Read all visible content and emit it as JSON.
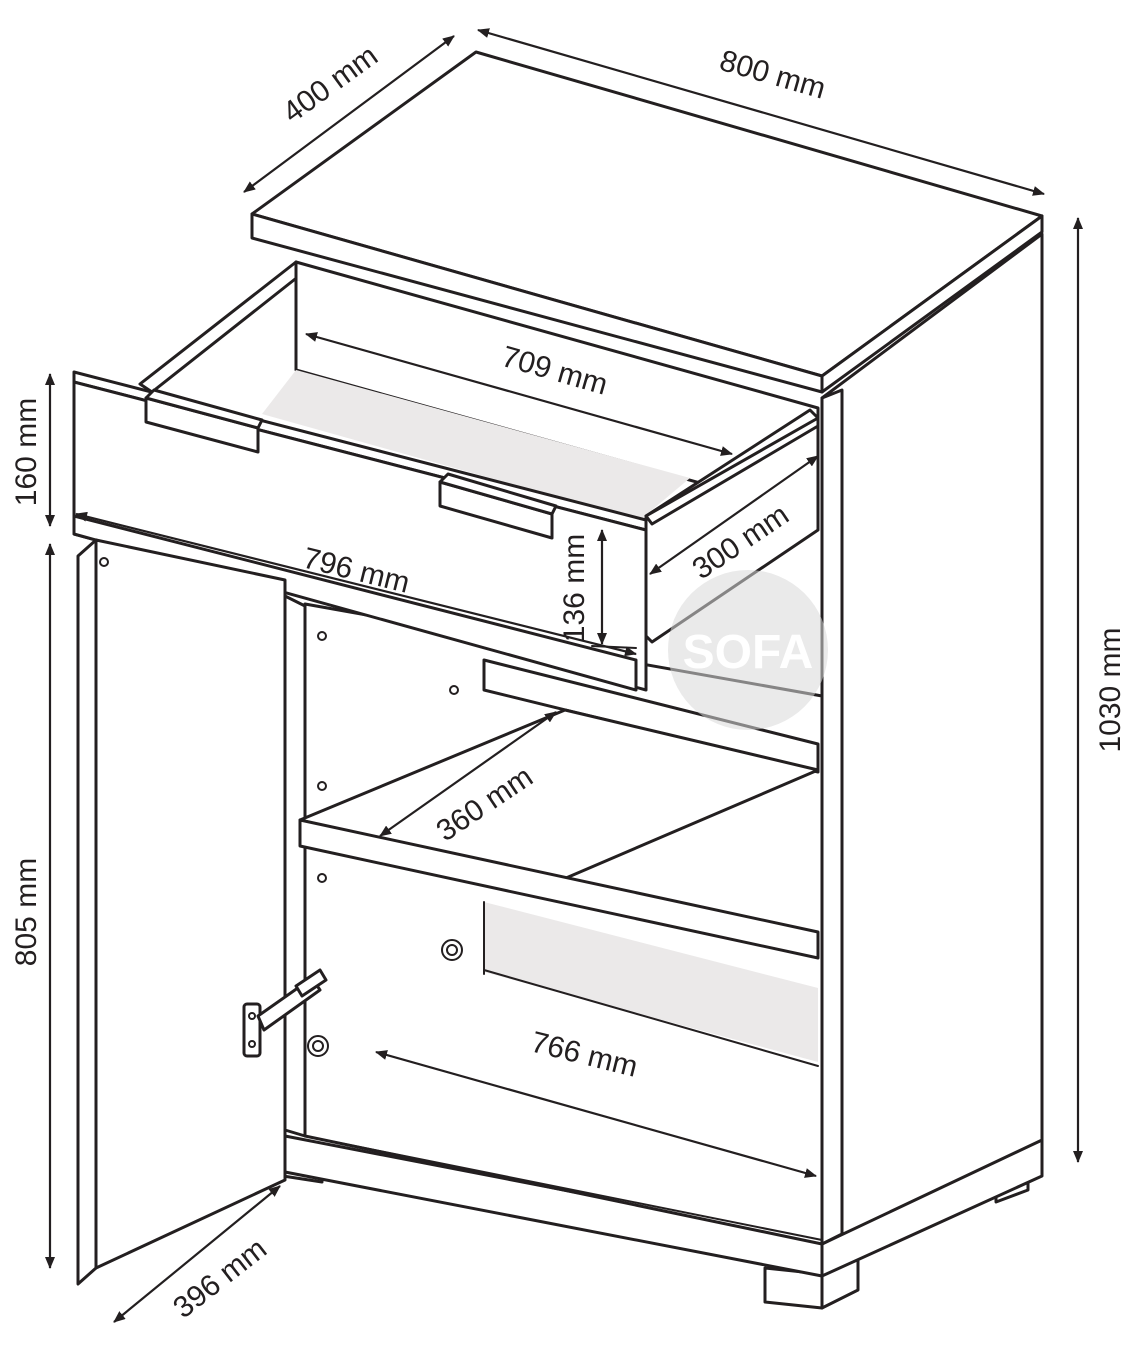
{
  "dimensions": {
    "depth_top": "400 mm",
    "width_top": "800 mm",
    "height_total": "1030 mm",
    "drawer_height": "160 mm",
    "drawer_front_width": "796 mm",
    "drawer_inner_width": "709 mm",
    "drawer_depth": "300 mm",
    "drawer_inner_height": "136 mm",
    "shelf_depth": "360 mm",
    "cabinet_height": "805 mm",
    "inner_width": "766 mm",
    "door_width": "396 mm"
  },
  "watermark": {
    "text": "SOFA"
  },
  "colors": {
    "line": "#231f20",
    "shade": "#ebe9e9",
    "watermark": "#d9d9d9"
  }
}
